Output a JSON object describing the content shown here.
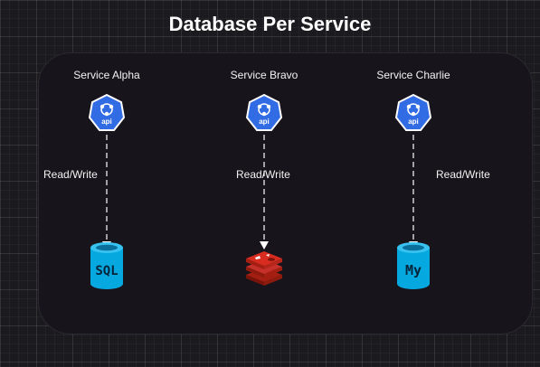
{
  "title": "Database Per Service",
  "colors": {
    "api_blue": "#326ce5",
    "db_cyan": "#06a8e0",
    "redis_red": "#c6302b",
    "container_bg": "#18141b"
  },
  "services": [
    {
      "name": "Service Alpha",
      "api_label": "api",
      "connector_label": "Read/Write",
      "database": {
        "icon": "sql-database-icon",
        "text": "SQL"
      }
    },
    {
      "name": "Service Bravo",
      "api_label": "api",
      "connector_label": "Read/Write",
      "database": {
        "icon": "redis-icon",
        "text": ""
      }
    },
    {
      "name": "Service Charlie",
      "api_label": "api",
      "connector_label": "Read/Write",
      "database": {
        "icon": "mysql-database-icon",
        "text": "My"
      }
    }
  ]
}
